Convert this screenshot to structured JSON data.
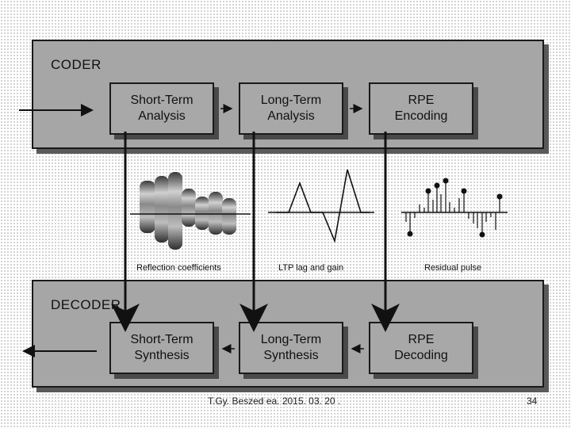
{
  "coder": {
    "title": "CODER",
    "blocks": [
      {
        "line1": "Short-Term",
        "line2": "Analysis"
      },
      {
        "line1": "Long-Term",
        "line2": "Analysis"
      },
      {
        "line1": "RPE",
        "line2": "Encoding"
      }
    ]
  },
  "decoder": {
    "title": "DECODER",
    "blocks": [
      {
        "line1": "Short-Term",
        "line2": "Synthesis"
      },
      {
        "line1": "Long-Term",
        "line2": "Synthesis"
      },
      {
        "line1": "RPE",
        "line2": "Decoding"
      }
    ]
  },
  "captions": {
    "reflection": "Reflection coefficients",
    "ltp": "LTP lag and gain",
    "residual": "Residual pulse"
  },
  "footer": {
    "text": "T.Gy. Beszed ea. 2015. 03. 20 .",
    "page": "34"
  },
  "colors": {
    "panel": "#a6a6a6",
    "shadow": "#5a5a5a",
    "line": "#111111"
  }
}
